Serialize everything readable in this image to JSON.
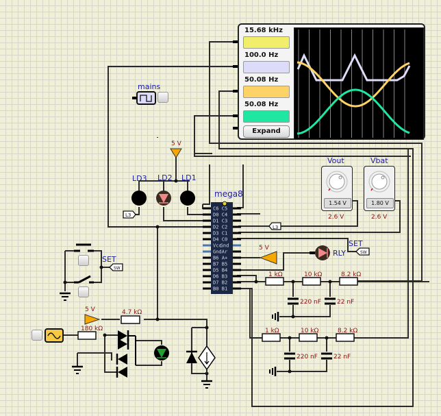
{
  "oscilloscope": {
    "channels": [
      {
        "frequency": "15.68 kHz",
        "color": "#f0ee6a"
      },
      {
        "frequency": "100.0 Hz",
        "color": "#dcdcf8"
      },
      {
        "frequency": "50.08 Hz",
        "color": "#fdd266"
      },
      {
        "frequency": "50.08 Hz",
        "color": "#1fe6a0"
      }
    ],
    "expand_label": "Expand"
  },
  "mains": {
    "label": "mains",
    "icon": "square-wave-icon"
  },
  "supply_labels": {
    "v5_top": "5 V",
    "v5_mid": "5 V",
    "v5_bottom": "5 V"
  },
  "leds": {
    "ld1": "LD1",
    "ld2": "LD2",
    "ld3": "LD3",
    "rly": "RLY"
  },
  "chip": {
    "name": "mega8",
    "left_pins": [
      "C6",
      "D0",
      "D1",
      "D2",
      "D3",
      "D4",
      "Vcc",
      "Gnd",
      "B6",
      "B7",
      "D5",
      "D6",
      "D7",
      "B0"
    ],
    "right_pins": [
      "C5",
      "C4",
      "C3",
      "C2",
      "C1",
      "C0",
      "Gnd",
      "Ar",
      "A+",
      "B5",
      "B4",
      "B3",
      "B2",
      "B1"
    ]
  },
  "meters": [
    {
      "label": "Vout",
      "value": "1.54 V",
      "max": "2.6 V"
    },
    {
      "label": "Vbat",
      "value": "1.80 V",
      "max": "2.6 V"
    }
  ],
  "tags": {
    "l3_left": "L3",
    "l3_right": "L3",
    "sw_left": "SW",
    "sw_right": "SW"
  },
  "set_labels": {
    "left": "SET",
    "right": "SET"
  },
  "filter1": {
    "r1": "1 kΩ",
    "r2": "10 kΩ",
    "r3": "8.2 kΩ",
    "c1": "220 nF",
    "c2": "22 nF"
  },
  "filter2": {
    "r1": "1 kΩ",
    "r2": "10 kΩ",
    "r3": "8.2 kΩ",
    "c1": "220 nF",
    "c2": "22 nF"
  },
  "input_stage": {
    "r_pullup": "4.7 kΩ",
    "r_series": "180 kΩ",
    "source_icon": "sine-wave-icon"
  }
}
